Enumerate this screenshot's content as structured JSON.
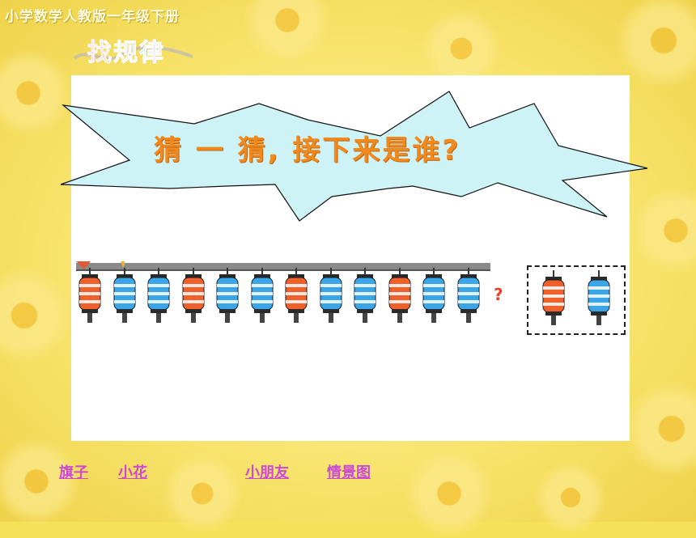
{
  "header": {
    "course_title": "小学数学人教版一年级下册",
    "lesson_title": "找规律"
  },
  "prompt": {
    "text": "猜 一 猜, 接下来是谁?"
  },
  "sequence": {
    "lanterns": [
      "red",
      "blue",
      "blue",
      "red",
      "blue",
      "blue",
      "red",
      "blue",
      "blue",
      "red",
      "blue",
      "blue"
    ],
    "question_mark": "?",
    "options": [
      "red",
      "blue"
    ]
  },
  "colors": {
    "red": "#f0602a",
    "blue": "#3aa6e8",
    "burst_fill": "#cdf3f7",
    "prompt_text": "#f08a1e",
    "link": "#cc49d6"
  },
  "nav": {
    "links": [
      {
        "label": "旗子"
      },
      {
        "label": "小花"
      },
      {
        "label": "小朋友"
      },
      {
        "label": "情景图"
      }
    ]
  }
}
